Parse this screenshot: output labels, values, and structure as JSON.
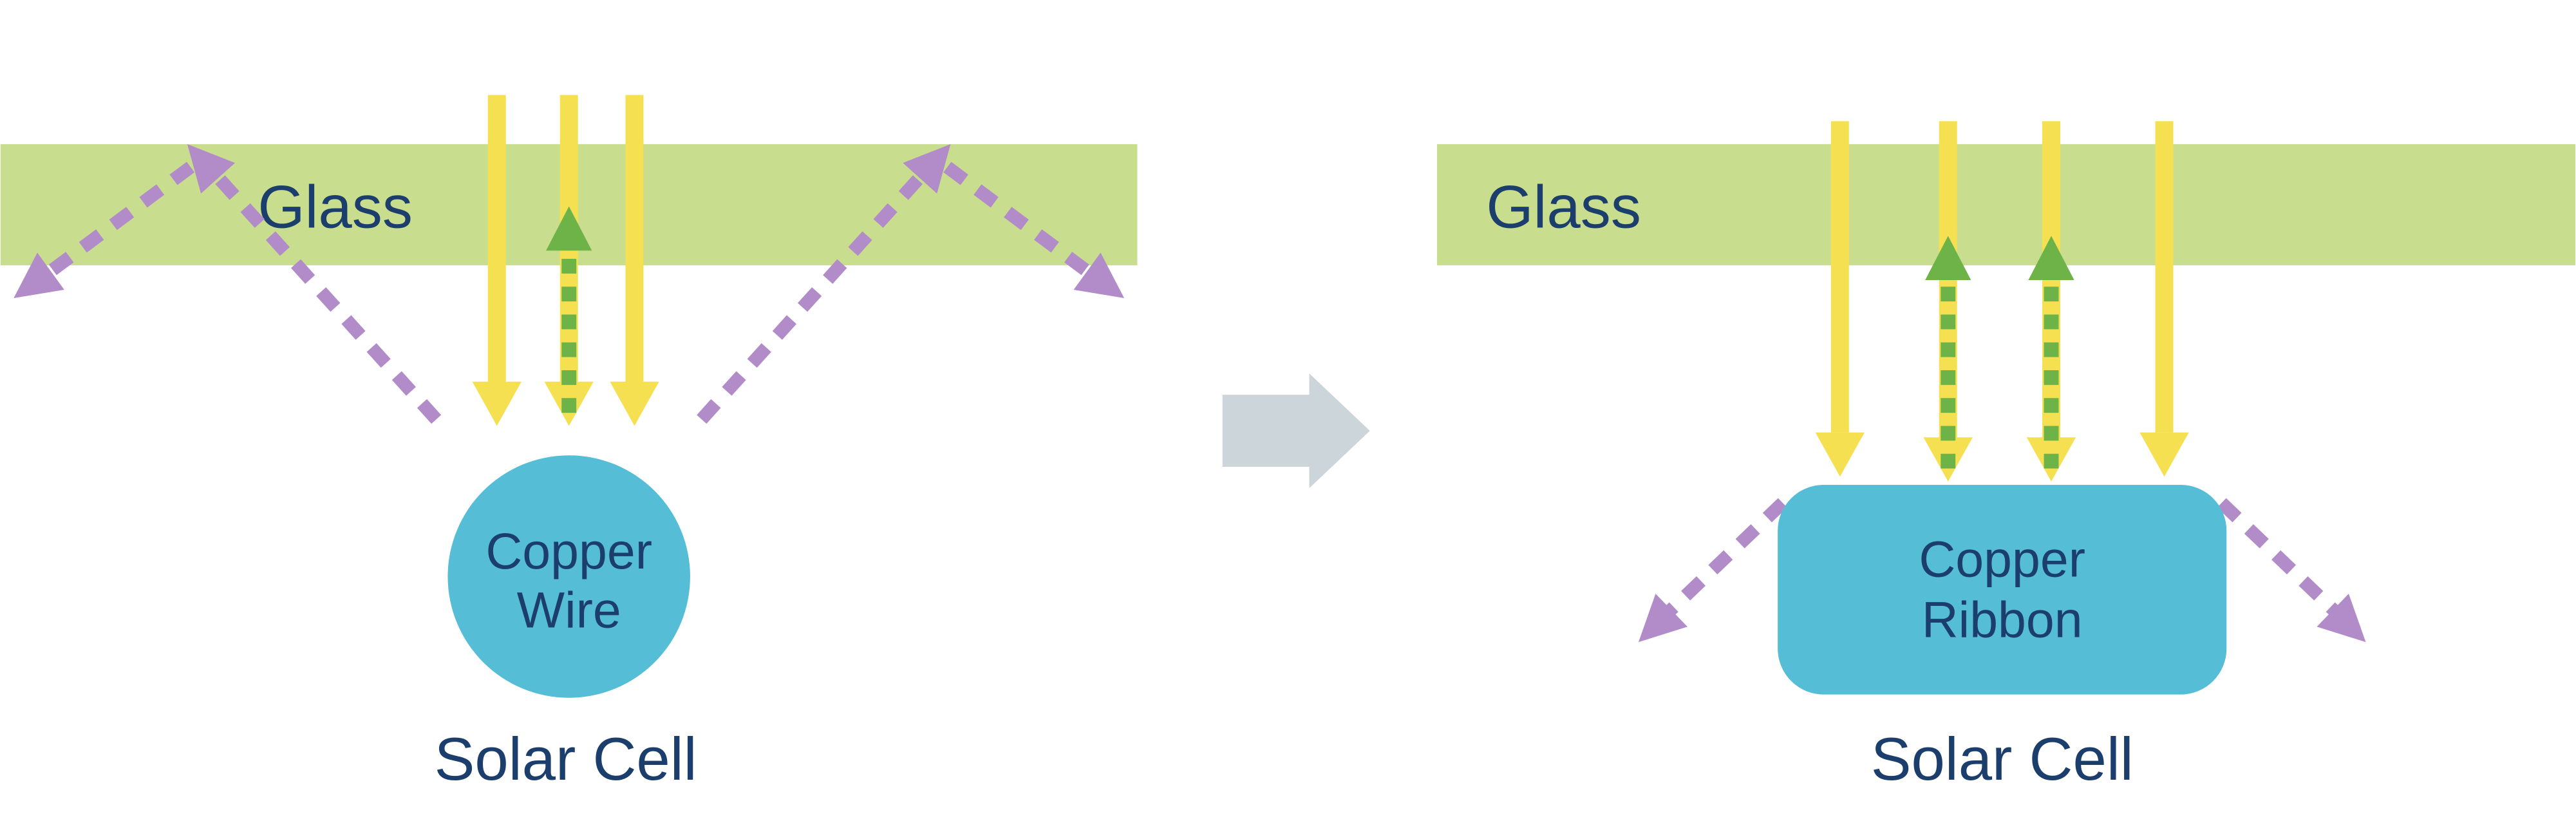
{
  "diagram": {
    "left_panel": {
      "glass_label": "Glass",
      "component_line1": "Copper",
      "component_line2": "Wire",
      "caption": "Solar Cell"
    },
    "right_panel": {
      "glass_label": "Glass",
      "component_line1": "Copper",
      "component_line2": "Ribbon",
      "caption": "Solar Cell"
    },
    "colors": {
      "glass_green": "#c9dd8e",
      "sunlight_yellow": "#f5e052",
      "recaptured_green": "#6db348",
      "reflection_purple": "#b18cc8",
      "component_blue": "#55bdd6",
      "transform_gray": "#ccd5d9",
      "text_navy": "#1c3e6d"
    }
  }
}
